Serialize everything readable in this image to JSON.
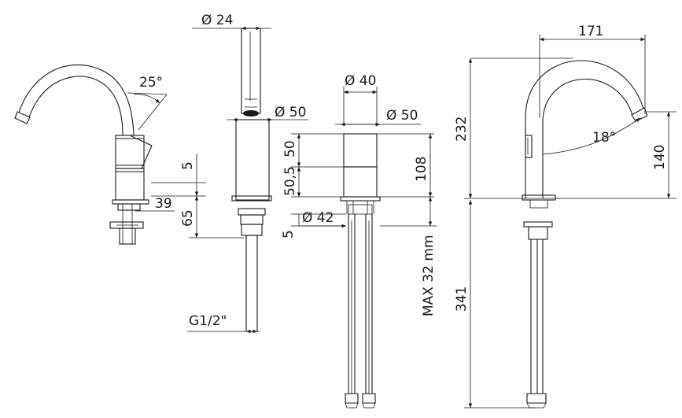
{
  "side_view": {
    "angle": "25°",
    "dim_body_height": "5",
    "dim_clearance": "39",
    "dim_shank": "65"
  },
  "front_view": {
    "spout_diameter": "Ø 24",
    "base_diameter": "Ø 50",
    "thread": "G1/2\""
  },
  "section_view": {
    "body_diameter": "Ø 40",
    "base_diameter": "Ø 50",
    "h_upper": "50",
    "h_lower": "50,5",
    "h_total": "108",
    "gasket_diameter": "Ø 42",
    "gasket_height": "5",
    "max_deck": "MAX 32 mm"
  },
  "right_view": {
    "reach": "171",
    "height": "232",
    "angle": "18°",
    "outlet_height": "140",
    "hose_length": "341"
  }
}
